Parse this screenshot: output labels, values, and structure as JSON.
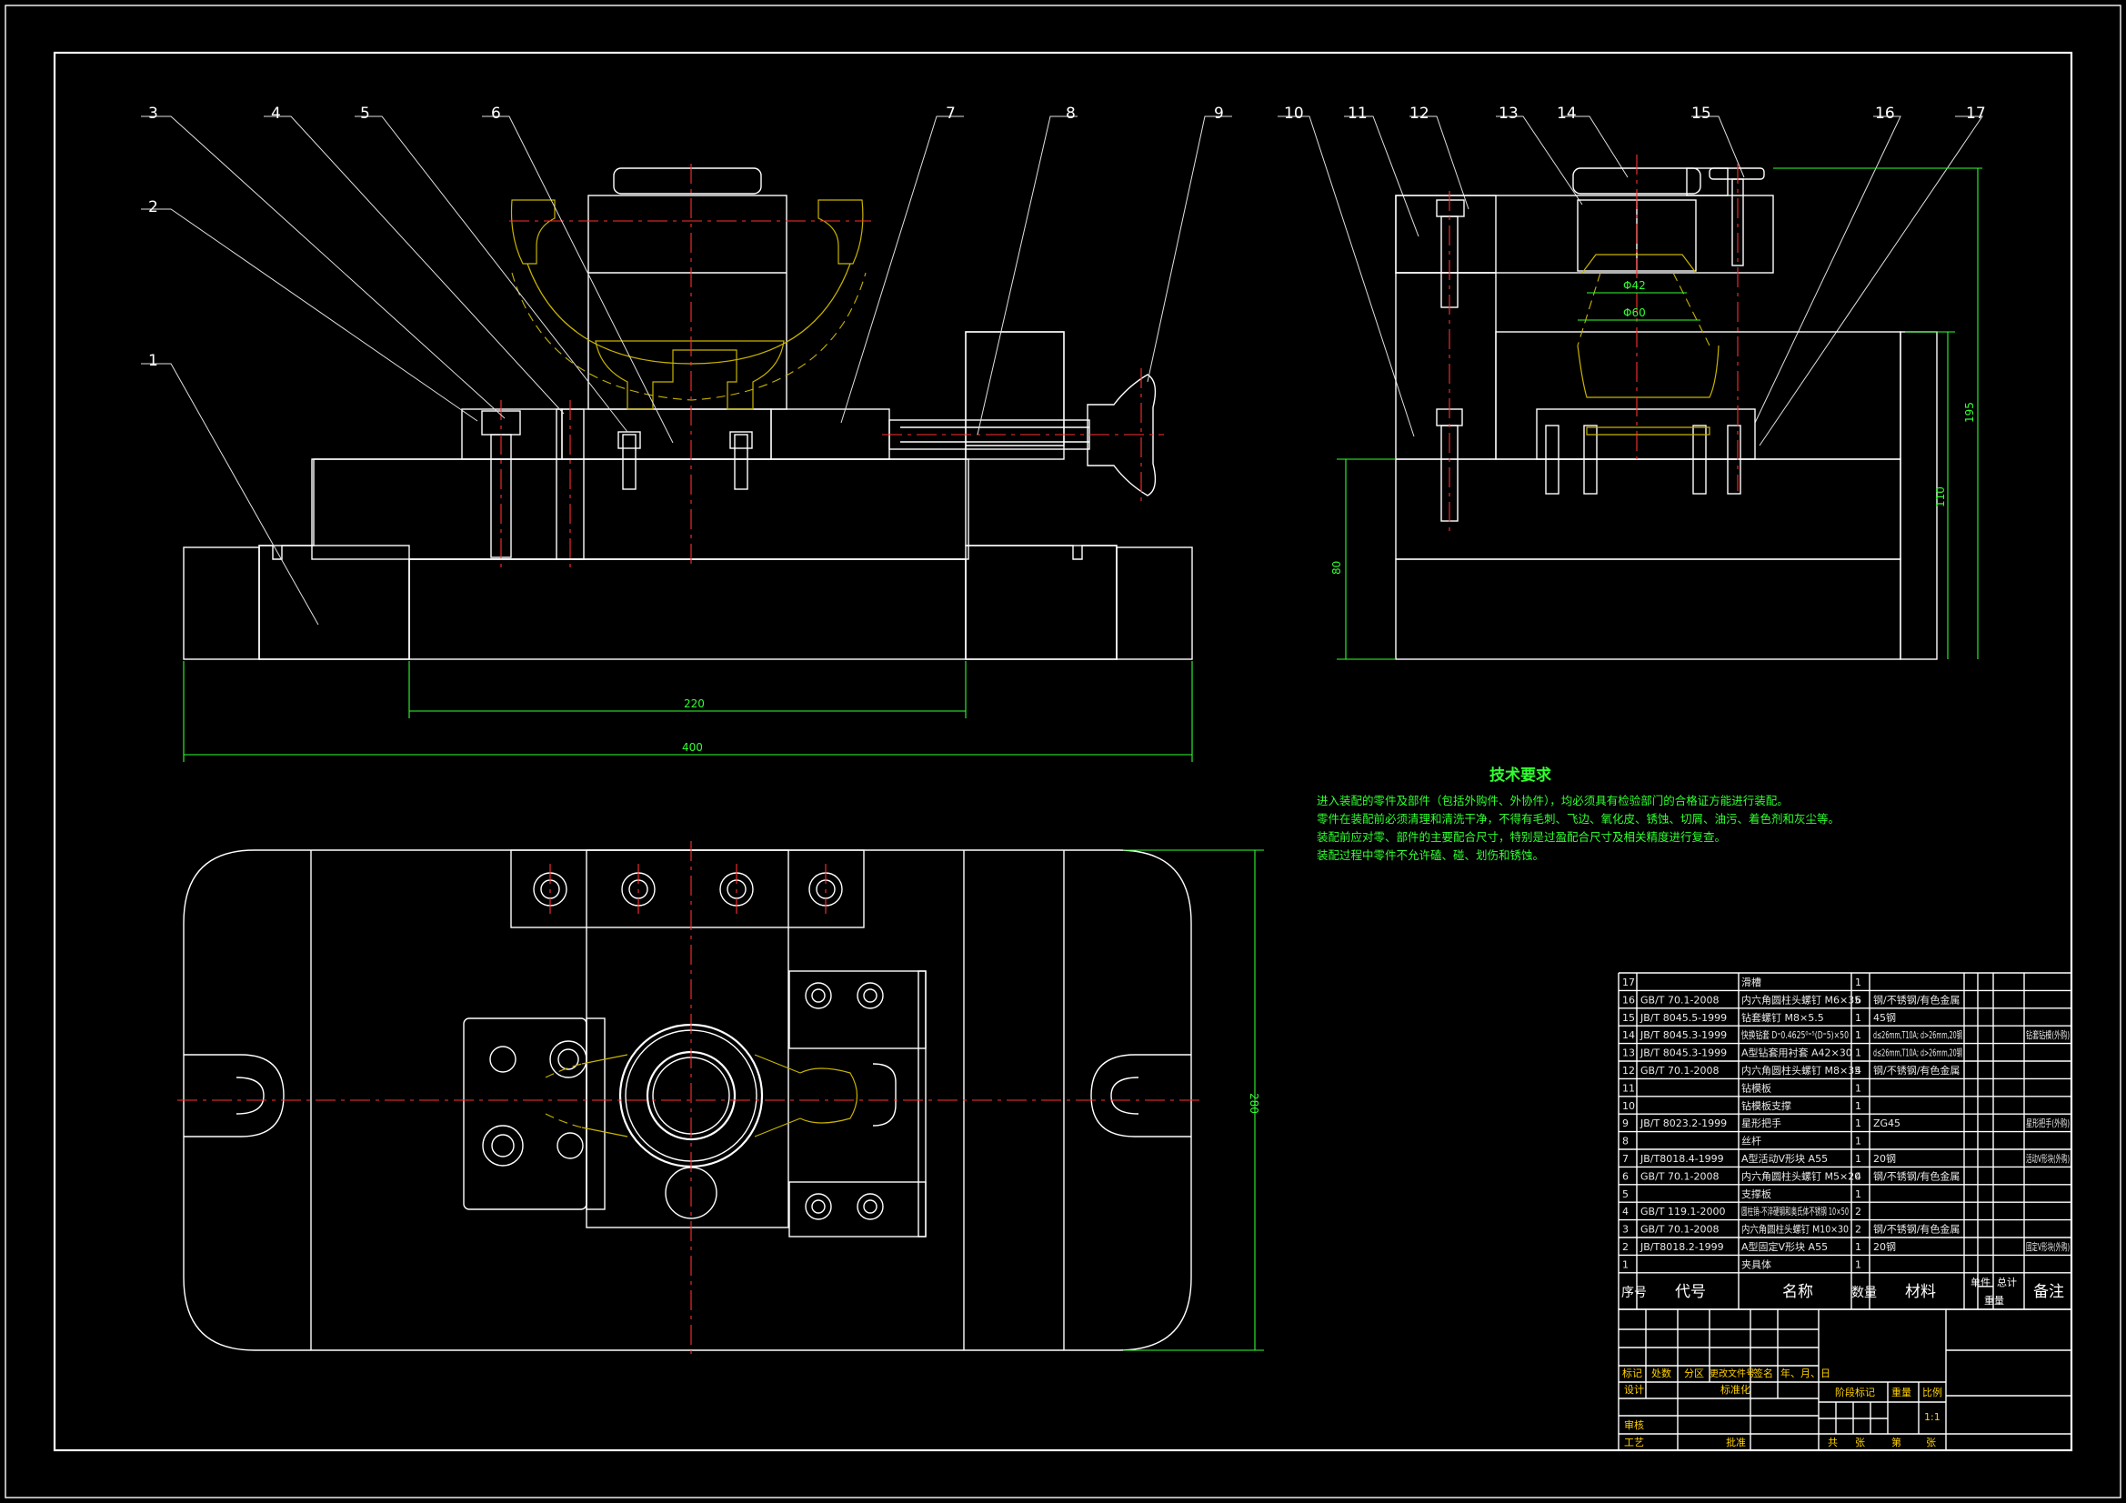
{
  "drawing": {
    "colors": {
      "outline": "#ffffff",
      "dimension": "#30ff30",
      "centerline": "#ff3030",
      "workpiece": "#c8b400",
      "background": "#000000"
    },
    "balloons": [
      "1",
      "2",
      "3",
      "4",
      "5",
      "6",
      "7",
      "8",
      "9",
      "10",
      "11",
      "12",
      "13",
      "14",
      "15",
      "16",
      "17"
    ],
    "dims": {
      "front_220": "220",
      "front_400": "400",
      "top_280": "280",
      "side_d1": "Φ42",
      "side_d2": "Φ60",
      "side_195": "195",
      "side_110": "110",
      "side_80": "80"
    },
    "tech": {
      "title": "技术要求",
      "lines": [
        "进入装配的零件及部件（包括外购件、外协件），均必须具有检验部门的合格证方能进行装配。",
        "零件在装配前必须清理和清洗干净，不得有毛刺、飞边、氧化皮、锈蚀、切屑、油污、着色剂和灰尘等。",
        "装配前应对零、部件的主要配合尺寸，特别是过盈配合尺寸及相关精度进行复查。",
        "装配过程中零件不允许磕、碰、划伤和锈蚀。"
      ]
    },
    "bom": {
      "header": {
        "no": "序号",
        "code": "代号",
        "name": "名称",
        "qty": "数量",
        "mat": "材料",
        "unit": "单件",
        "total": "总计",
        "mass": "重量",
        "remark": "备注"
      },
      "rows": [
        {
          "no": "17",
          "code": "",
          "name": "滑槽",
          "qty": "1",
          "mat": "",
          "remark": ""
        },
        {
          "no": "16",
          "code": "GB/T 70.1-2008",
          "name": "内六角圆柱头螺钉 M6×35",
          "qty": "6",
          "mat": "钢/不锈钢/有色金属",
          "remark": ""
        },
        {
          "no": "15",
          "code": "JB/T 8045.5-1999",
          "name": "钻套螺钉 M8×5.5",
          "qty": "1",
          "mat": "45钢",
          "remark": ""
        },
        {
          "no": "14",
          "code": "JB/T 8045.3-1999",
          "name": "快换钻套 D⁼0.4625⁰⁼⁵(D⁼5)×50",
          "qty": "1",
          "mat": "d≤26mm,T10A; d>26mm,20钢",
          "remark": "钻套钻模(外购)"
        },
        {
          "no": "13",
          "code": "JB/T 8045.3-1999",
          "name": "A型钻套用衬套 A42×30",
          "qty": "1",
          "mat": "d≤26mm,T10A; d>26mm,20钢",
          "remark": ""
        },
        {
          "no": "12",
          "code": "GB/T 70.1-2008",
          "name": "内六角圆柱头螺钉 M8×35",
          "qty": "4",
          "mat": "钢/不锈钢/有色金属",
          "remark": ""
        },
        {
          "no": "11",
          "code": "",
          "name": "钻模板",
          "qty": "1",
          "mat": "",
          "remark": ""
        },
        {
          "no": "10",
          "code": "",
          "name": "钻模板支撑",
          "qty": "1",
          "mat": "",
          "remark": ""
        },
        {
          "no": "9",
          "code": "JB/T 8023.2-1999",
          "name": "星形把手",
          "qty": "1",
          "mat": "ZG45",
          "remark": "星形把手(外购)"
        },
        {
          "no": "8",
          "code": "",
          "name": "丝杆",
          "qty": "1",
          "mat": "",
          "remark": ""
        },
        {
          "no": "7",
          "code": "JB/T8018.4-1999",
          "name": "A型活动V形块 A55",
          "qty": "1",
          "mat": "20钢",
          "remark": "活动V形块(外购)"
        },
        {
          "no": "6",
          "code": "GB/T 70.1-2008",
          "name": "内六角圆柱头螺钉 M5×20",
          "qty": "4",
          "mat": "钢/不锈钢/有色金属",
          "remark": ""
        },
        {
          "no": "5",
          "code": "",
          "name": "支撑板",
          "qty": "1",
          "mat": "",
          "remark": ""
        },
        {
          "no": "4",
          "code": "GB/T 119.1-2000",
          "name": "圆柱销-不淬硬钢和奥氏体不锈钢 10×50",
          "qty": "2",
          "mat": "",
          "remark": ""
        },
        {
          "no": "3",
          "code": "GB/T 70.1-2008",
          "name": "内六角圆柱头螺钉 M10×30",
          "qty": "2",
          "mat": "钢/不锈钢/有色金属",
          "remark": ""
        },
        {
          "no": "2",
          "code": "JB/T8018.2-1999",
          "name": "A型固定V形块 A55",
          "qty": "1",
          "mat": "20钢",
          "remark": "固定V形块(外购)"
        },
        {
          "no": "1",
          "code": "",
          "name": "夹具体",
          "qty": "1",
          "mat": "",
          "remark": ""
        }
      ]
    },
    "titleblock": {
      "biaoji": "标记",
      "chushu": "处数",
      "fenqu": "分区",
      "gengwen": "更改文件号",
      "qianming": "签名",
      "date": "年、月、日",
      "sheji": "设计",
      "biaozhunhua": "标准化",
      "jieduan": "阶段标记",
      "zhongliang": "重量",
      "bili": "比例",
      "scale": "1:1",
      "shenhe": "审核",
      "gongyi": "工艺",
      "pizhun": "批准",
      "gong": "共",
      "zhang1": "张",
      "di": "第",
      "zhang2": "张"
    }
  }
}
